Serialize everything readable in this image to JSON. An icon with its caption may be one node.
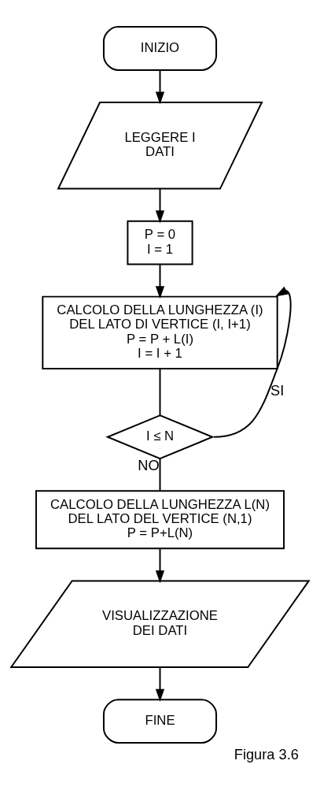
{
  "diagram": {
    "caption": "Figura 3.6",
    "nodes": [
      {
        "text": [
          "INIZIO"
        ]
      },
      {
        "text": [
          "LEGGERE I DATI"
        ]
      },
      {
        "text": [
          "P = 0",
          "I = 1"
        ]
      },
      {
        "text": [
          "CALCOLO DELLA LUNGHEZZA (I) DEL LATO DI VERTICE (I, I+1)",
          "P = P + L(I)",
          "I = I + 1"
        ]
      },
      {
        "text": [
          "I ≤ N"
        ]
      },
      {
        "text": [
          "CALCOLO DELLA LUNGHEZZA L(N) DEL LATO DEL VERTICE (N,1)",
          "P = P+L(N)"
        ]
      },
      {
        "text": [
          "VISUALIZZAZIONE DEI DATI"
        ]
      },
      {
        "text": [
          "FINE"
        ]
      }
    ],
    "edges": [
      {
        "from": 0,
        "to": 1,
        "arrow": "to"
      },
      {
        "from": 1,
        "to": 2,
        "arrow": "to"
      },
      {
        "from": 2,
        "to": 3,
        "arrow": "to"
      },
      {
        "from": 3,
        "to": 4,
        "arrow": "none"
      },
      {
        "from": 4,
        "to": 3,
        "arrow": "to",
        "label": "SI"
      },
      {
        "from": 4,
        "to": 5,
        "arrow": "none",
        "label": "NO"
      },
      {
        "from": 5,
        "to": 6,
        "arrow": "to"
      },
      {
        "from": 6,
        "to": 7,
        "arrow": "to"
      }
    ]
  }
}
